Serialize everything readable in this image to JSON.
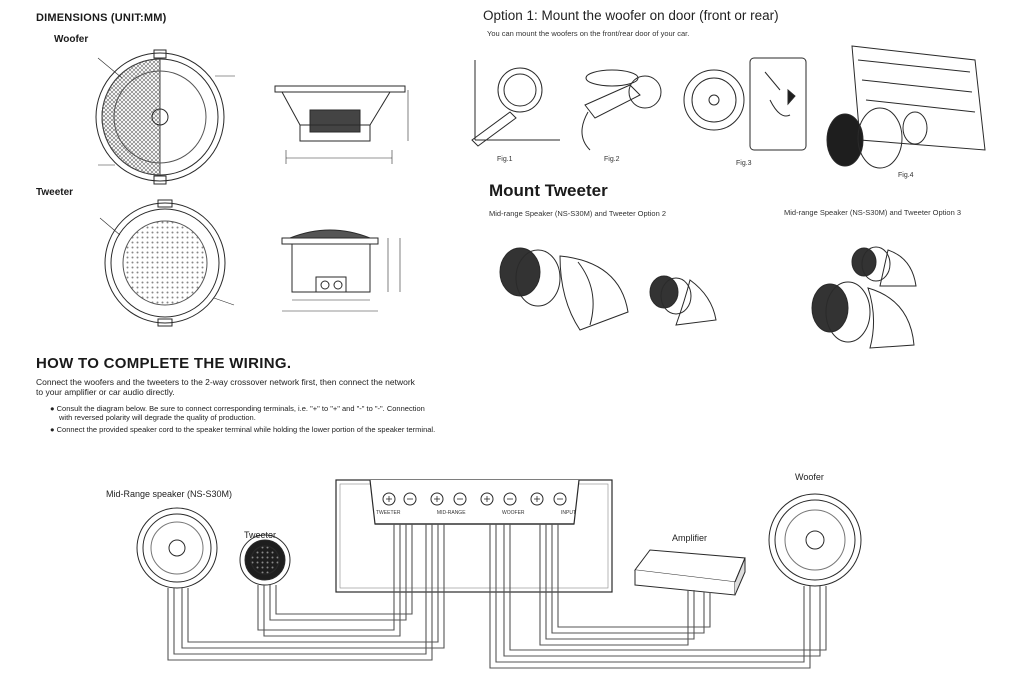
{
  "dimensions": {
    "title": "DIMENSIONS (UNIT:MM)",
    "woofer_label": "Woofer",
    "tweeter_label": "Tweeter"
  },
  "option1": {
    "title": "Option 1:  Mount the woofer on door (front or rear)",
    "subtitle": "You can mount the woofers on the front/rear door of your car.",
    "figs": [
      "Fig.1",
      "Fig.2",
      "Fig.3",
      "Fig.4"
    ]
  },
  "mount_tweeter": {
    "title": "Mount Tweeter",
    "option2": "Mid-range Speaker (NS-S30M) and Tweeter Option 2",
    "option3": "Mid-range Speaker (NS-S30M) and Tweeter Option 3"
  },
  "wiring": {
    "title": "HOW TO COMPLETE THE WIRING.",
    "intro_line1": "Connect the woofers and the tweeters to the 2-way crossover network first, then connect the network",
    "intro_line2": "to your amplifier or car audio directly.",
    "bullet1_line1": "Consult the diagram below. Be sure to connect corresponding terminals, i.e.  \"+\" to \"+\" and \"-\" to \"-\".  Connection",
    "bullet1_line2": "with reversed polarity will degrade the quality of production.",
    "bullet2": "Connect the provided speaker cord to the speaker terminal while holding the lower portion of the speaker terminal.",
    "bullet_symbol": "●",
    "midrange_label": "Mid-Range speaker (NS-S30M)",
    "tweeter_label": "Tweeter",
    "amplifier_label": "Amplifier",
    "woofer_label": "Woofer",
    "crossover_terminals": [
      "TWEETER",
      "MID-RANGE",
      "WOOFER",
      "INPUT"
    ]
  },
  "colors": {
    "line": "#2a2a2a",
    "wire": "#555555",
    "grille": "#777777",
    "dark": "#1e1e1e"
  }
}
